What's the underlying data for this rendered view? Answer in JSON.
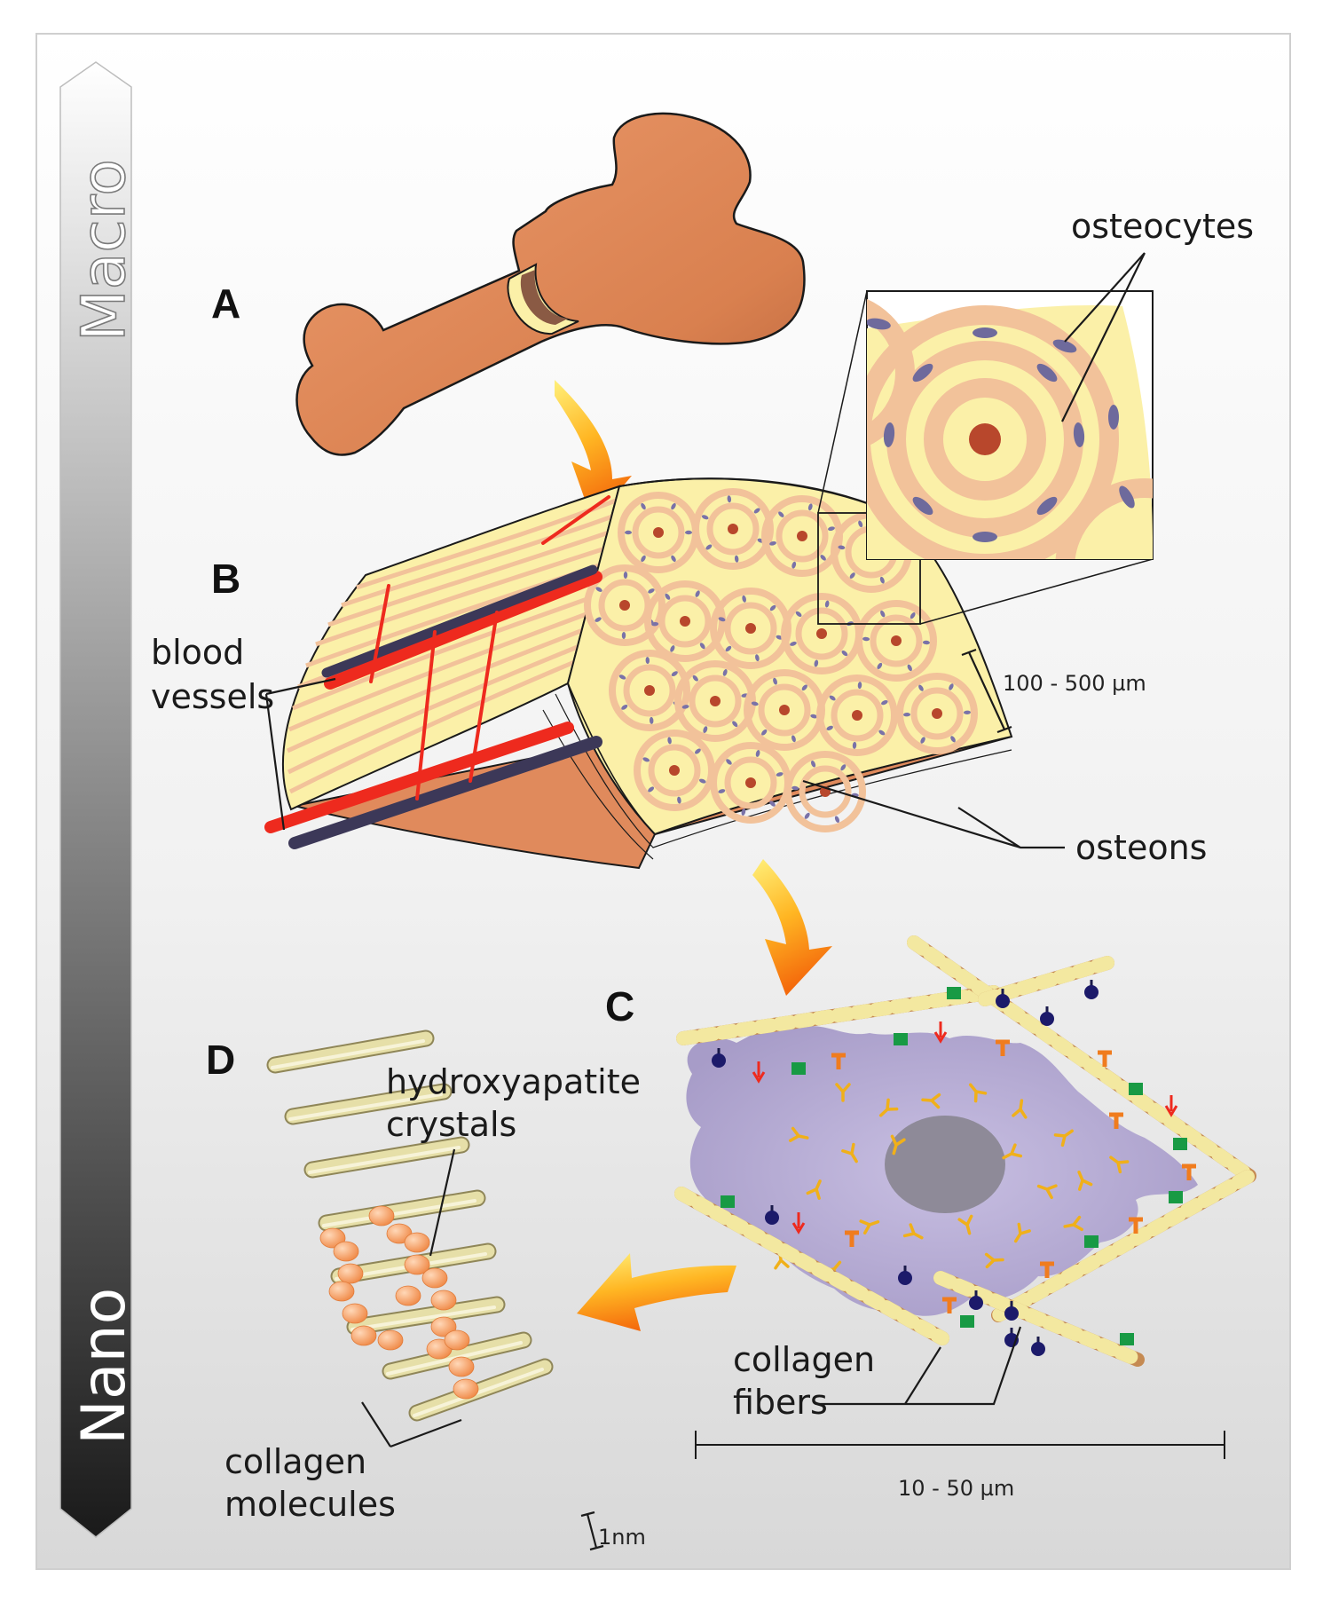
{
  "scale_bar": {
    "macro": "Macro",
    "nano": "Nano"
  },
  "panels": {
    "a": "A",
    "b": "B",
    "c": "C",
    "d": "D"
  },
  "labels": {
    "osteocytes": "osteocytes",
    "blood_vessels_line1": "blood",
    "blood_vessels_line2": "vessels",
    "osteons": "osteons",
    "size_osteon": "100 - 500 µm",
    "hydroxyapatite_line1": "hydroxyapatite",
    "hydroxyapatite_line2": "crystals",
    "collagen_fibers_line1": "collagen",
    "collagen_fibers_line2": "fibers",
    "size_cell": "10 - 50 µm",
    "collagen_molecules_line1": "collagen",
    "collagen_molecules_line2": "molecules",
    "size_molecule": "1nm"
  },
  "colors": {
    "bone": "#e08a5c",
    "matrix": "#fbf0a8",
    "lamella": "#f2c29a",
    "vessel_red": "#ee2a1e",
    "vessel_dark": "#3c3858",
    "cell": "#b8aed6",
    "nucleus": "#8e8a98",
    "crystal": "#f6a970",
    "collagen_rod": "#e6dfa8"
  }
}
